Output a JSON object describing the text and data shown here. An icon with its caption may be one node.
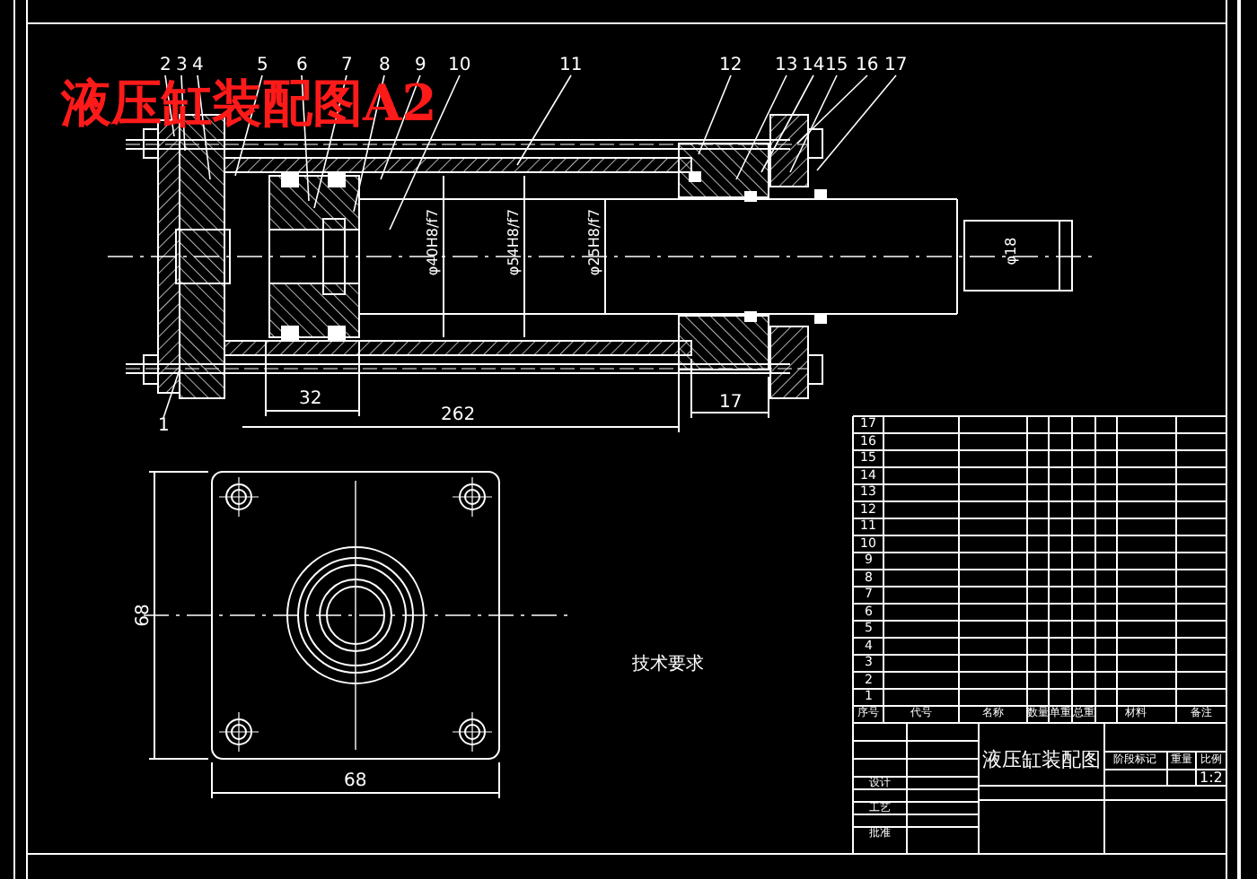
{
  "diagram": {
    "title": "液压缸装配图A2",
    "nodes": [
      {
        "text": [
          "1"
        ]
      },
      {
        "text": [
          "2"
        ]
      },
      {
        "text": [
          "3"
        ]
      },
      {
        "text": [
          "4"
        ]
      },
      {
        "text": [
          "5"
        ]
      },
      {
        "text": [
          "6"
        ]
      },
      {
        "text": [
          "7"
        ]
      },
      {
        "text": [
          "8"
        ]
      },
      {
        "text": [
          "9"
        ]
      },
      {
        "text": [
          "10"
        ]
      },
      {
        "text": [
          "11"
        ]
      },
      {
        "text": [
          "12"
        ]
      },
      {
        "text": [
          "13"
        ]
      },
      {
        "text": [
          "14"
        ]
      },
      {
        "text": [
          "15"
        ]
      },
      {
        "text": [
          "16"
        ]
      },
      {
        "text": [
          "17"
        ]
      }
    ],
    "edges": [
      {
        "from": 0,
        "to": null,
        "arrow": "none"
      },
      {
        "from": 1,
        "to": null,
        "arrow": "none"
      },
      {
        "from": 2,
        "to": null,
        "arrow": "none"
      },
      {
        "from": 3,
        "to": null,
        "arrow": "none"
      },
      {
        "from": 4,
        "to": null,
        "arrow": "none"
      },
      {
        "from": 5,
        "to": null,
        "arrow": "none"
      },
      {
        "from": 6,
        "to": null,
        "arrow": "none"
      },
      {
        "from": 7,
        "to": null,
        "arrow": "none"
      },
      {
        "from": 8,
        "to": null,
        "arrow": "none"
      },
      {
        "from": 9,
        "to": null,
        "arrow": "none"
      },
      {
        "from": 10,
        "to": null,
        "arrow": "none"
      },
      {
        "from": 11,
        "to": null,
        "arrow": "none"
      },
      {
        "from": 12,
        "to": null,
        "arrow": "none"
      },
      {
        "from": 13,
        "to": null,
        "arrow": "none"
      },
      {
        "from": 14,
        "to": null,
        "arrow": "none"
      },
      {
        "from": 15,
        "to": null,
        "arrow": "none"
      },
      {
        "from": 16,
        "to": null,
        "arrow": "none"
      }
    ],
    "labels": [
      "φ40H8/f7",
      "φ54H8/f7",
      "φ25H8/f7",
      "φ18",
      "32",
      "262",
      "17",
      "68",
      "68",
      "技术要求",
      "17",
      "16",
      "15",
      "14",
      "13",
      "12",
      "11",
      "10",
      "9",
      "8",
      "7",
      "6",
      "5",
      "4",
      "3",
      "2",
      "1",
      "序号",
      "代号",
      "名称",
      "数量",
      "单重",
      "总重",
      "材料",
      "备注",
      "液压缸装配图",
      "阶段标记",
      "重量",
      "比例",
      "1:2",
      "设计",
      "工艺",
      "批准"
    ]
  }
}
